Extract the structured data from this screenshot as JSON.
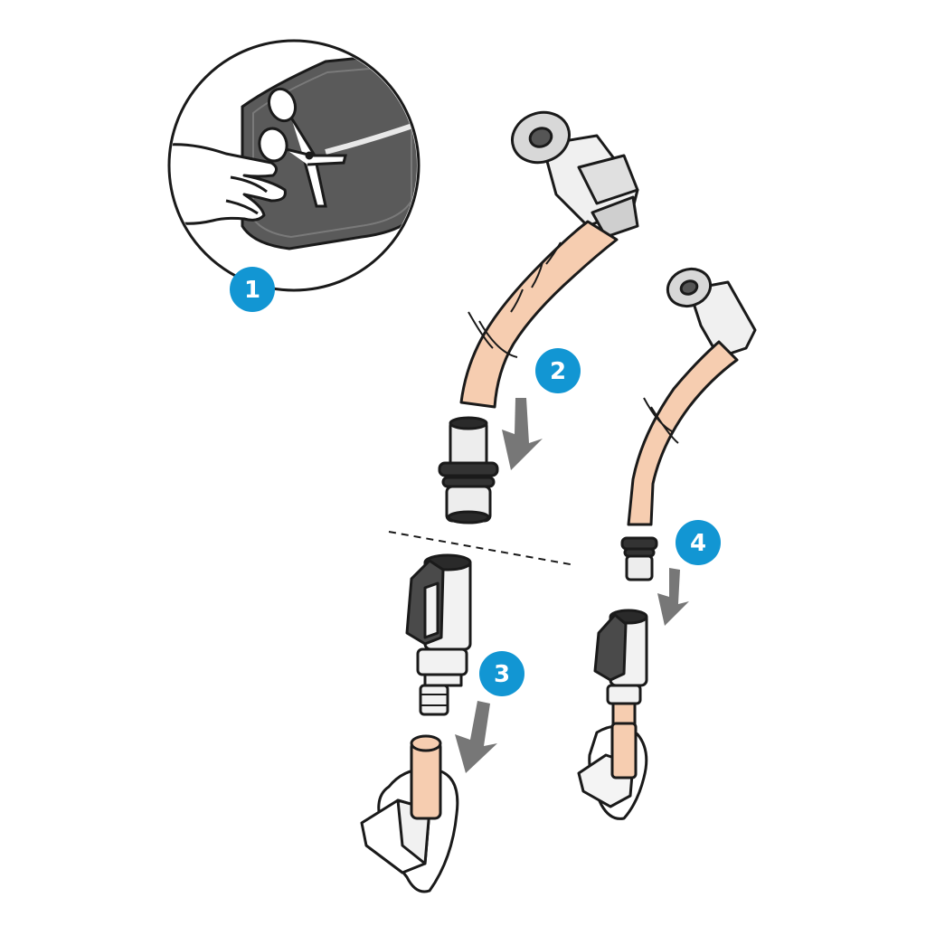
{
  "colors": {
    "step_badge": "#1296D3",
    "tube": "#F6CDB0",
    "outline": "#1A1A1A",
    "pouch": "#5A5A5A",
    "arrow": "#777777",
    "metal": "#E6E6E6"
  },
  "steps": [
    {
      "number": "1"
    },
    {
      "number": "2"
    },
    {
      "number": "3"
    },
    {
      "number": "4"
    }
  ],
  "icons": [
    "scissors-icon",
    "hand-icon",
    "down-arrow-icon"
  ]
}
